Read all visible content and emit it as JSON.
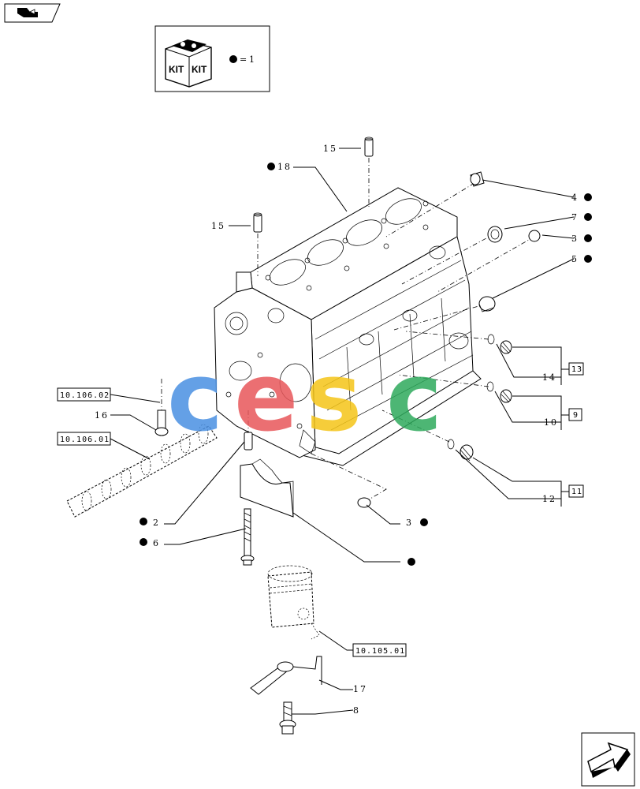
{
  "nav": {
    "prev_icon": "arrow-back-icon",
    "next_icon": "arrow-next-icon"
  },
  "kit": {
    "box_left": "KIT",
    "box_right": "KIT",
    "equals_value": "1"
  },
  "callouts": {
    "c15a": "15",
    "c18": "18",
    "c15b": "15",
    "c4": "4",
    "c7": "7",
    "c3a": "3",
    "c5": "5",
    "c14": "14",
    "c13": "13",
    "c10": "10",
    "c9": "9",
    "c12": "12",
    "c11": "11",
    "c16": "16",
    "c2": "2",
    "c6": "6",
    "c3b": "3",
    "c17": "17",
    "c8": "8"
  },
  "refs": {
    "r1": "10.106.02",
    "r2": "10.106.01",
    "r3": "10.105.01"
  },
  "watermark": {
    "text": "cesc"
  },
  "colors": {
    "wm_blue": "#4a90e2",
    "wm_red": "#e8575a",
    "wm_yellow": "#f5c518",
    "wm_green": "#2eaa5c"
  }
}
